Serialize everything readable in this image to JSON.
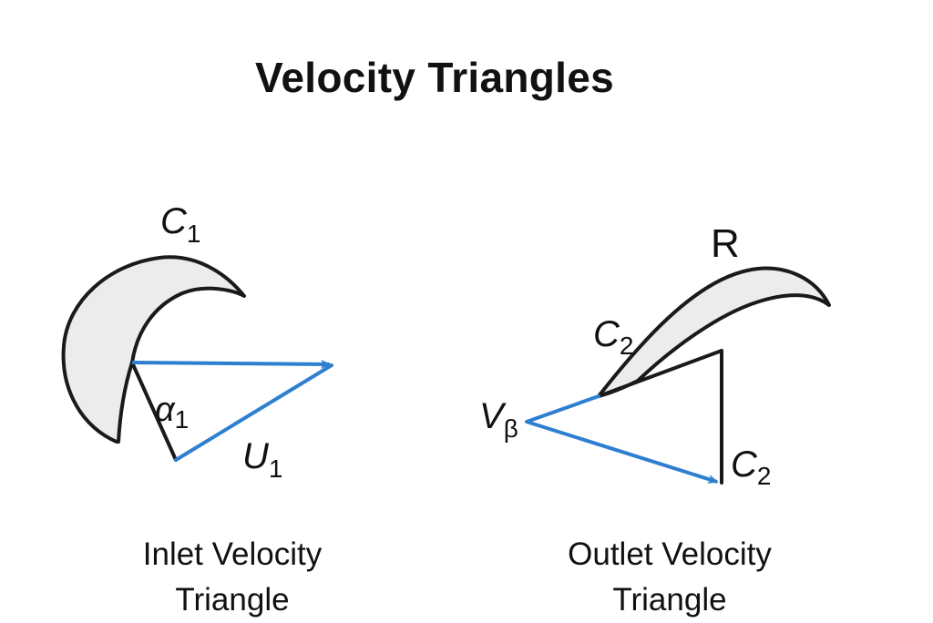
{
  "title": "Velocity Triangles",
  "colors": {
    "vector_blue": "#2f7fd1",
    "outline_black": "#1a1a1a",
    "blade_fill": "#ececec",
    "background": "#ffffff"
  },
  "inlet": {
    "blade_label": {
      "main": "C",
      "sub": "1"
    },
    "angle_label": {
      "main": "α",
      "sub": "1"
    },
    "velocity_label": {
      "main": "U",
      "sub": "1"
    },
    "caption_line1": "Inlet Velocity",
    "caption_line2": "Triangle"
  },
  "outlet": {
    "blade_label": "R",
    "upper_label": {
      "main": "C",
      "sub": "2"
    },
    "left_label": {
      "main": "V",
      "sub": "β"
    },
    "lower_label": {
      "main": "C",
      "sub": "2"
    },
    "caption_line1": "Outlet Velocity",
    "caption_line2": "Triangle"
  }
}
